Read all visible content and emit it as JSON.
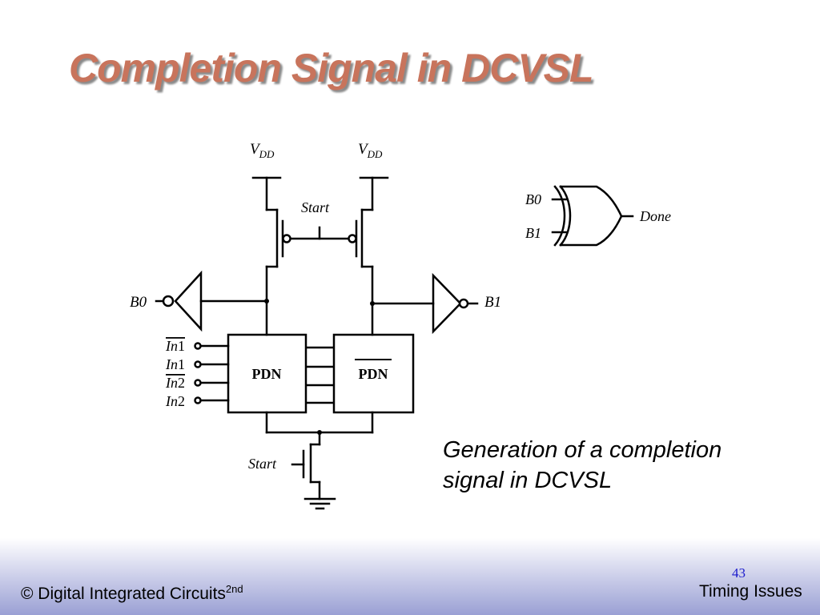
{
  "title": "Completion Signal in DCVSL",
  "caption": {
    "line1": "Generation of a completion",
    "line2": "signal in DCVSL"
  },
  "circuit": {
    "supply_base": "V",
    "supply_sub": "DD",
    "start_label": "Start",
    "pdn_label": "PDN",
    "output_b0": "B0",
    "output_b1": "B1",
    "inputs": [
      {
        "name": "In",
        "index": "1",
        "overlined": true
      },
      {
        "name": "In",
        "index": "1",
        "overlined": false
      },
      {
        "name": "In",
        "index": "2",
        "overlined": true
      },
      {
        "name": "In",
        "index": "2",
        "overlined": false
      }
    ],
    "gate": {
      "in0": "B0",
      "in1": "B1",
      "output": "Done"
    }
  },
  "footer": {
    "copyright": "© Digital Integrated Circuits",
    "edition": "2nd",
    "page": "43",
    "section": "Timing Issues"
  },
  "colors": {
    "title": "#c8745c",
    "footer_gradient_end": "#9aa0d4",
    "page_number": "#1a1acc"
  }
}
